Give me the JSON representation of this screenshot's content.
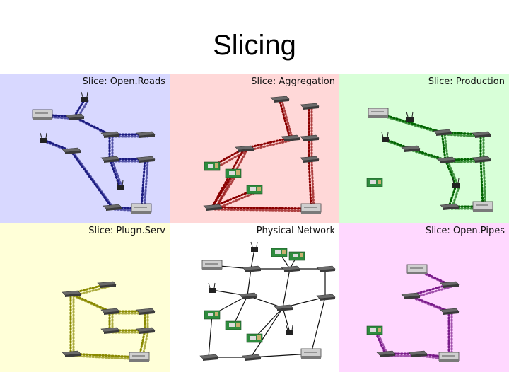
{
  "title": "Slicing",
  "panels": [
    {
      "label": "Slice: Open.Roads",
      "bg": "#d8d8ff",
      "edge": "#1a1a80",
      "dotted": true
    },
    {
      "label": "Slice: Aggregation",
      "bg": "#ffd8d8",
      "edge": "#8b0000",
      "dotted": true
    },
    {
      "label": "Slice: Production",
      "bg": "#d8ffd8",
      "edge": "#006400",
      "dotted": true
    },
    {
      "label": "Slice: Plugn.Serv",
      "bg": "#ffffd8",
      "edge": "#8a8a00",
      "dotted": true
    },
    {
      "label": "Physical Network",
      "bg": "#ffffff",
      "edge": "#111111",
      "dotted": false
    },
    {
      "label": "Slice: Open.Pipes",
      "bg": "#ffd8ff",
      "edge": "#7a1a8a",
      "dotted": true
    }
  ]
}
